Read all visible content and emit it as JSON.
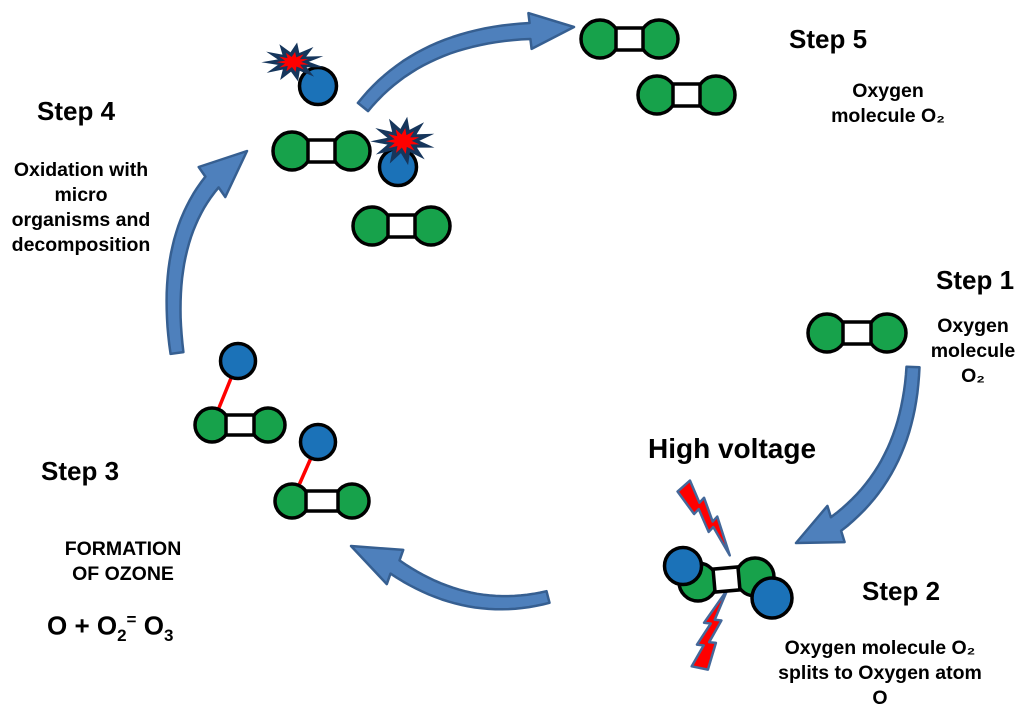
{
  "diagram": {
    "background": "#FFFFFF",
    "colors": {
      "oxygen_molecule_green": "#17A24B",
      "oxygen_atom_blue": "#1B72B8",
      "outline_black": "#000000",
      "arrow_blue": "#4E80BC",
      "arrow_border": "#365F91",
      "lightning_red": "#FF0000",
      "lightning_border": "#44689A",
      "spark_red": "#FF0000",
      "spark_border": "#16365C",
      "ozone_bond_red": "#FF0000",
      "text_black": "#000000"
    },
    "step1": {
      "title": "Step 1",
      "description": "Oxygen\nmolecule\nO₂"
    },
    "step2": {
      "title": "Step 2",
      "annotation": "High voltage",
      "description": "Oxygen molecule O₂\nsplits to Oxygen atom\nO"
    },
    "step3": {
      "title": "Step 3",
      "subtitle": "FORMATION\nOF OZONE",
      "equation": {
        "part1": "O + O",
        "sub1": "2",
        "equals": "=",
        "part2": " O",
        "sub2": "3"
      }
    },
    "step4": {
      "title": "Step 4",
      "description": "Oxidation with\nmicro\norganisms and\ndecomposition"
    },
    "step5": {
      "title": "Step 5",
      "description": "Oxygen\nmolecule O₂"
    }
  }
}
